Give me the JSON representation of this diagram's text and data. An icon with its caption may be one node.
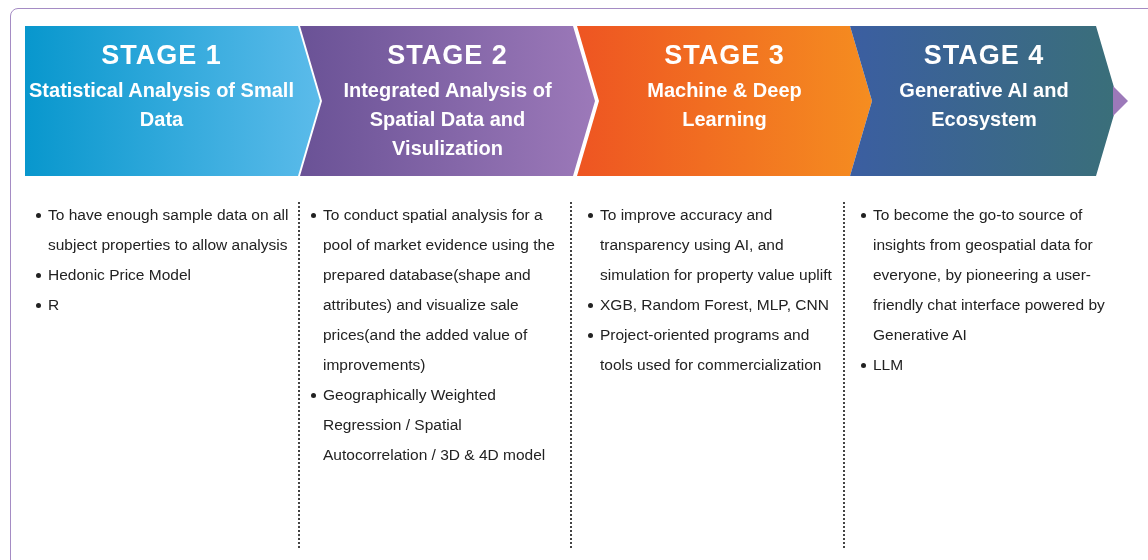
{
  "diagram": {
    "nodes": [
      {
        "text": [
          "STAGE 1",
          "Statistical Analysis of Small Data"
        ],
        "beside": [
          "To have enough sample data on all subject properties to allow analysis",
          "Hedonic Price Model",
          "R"
        ]
      },
      {
        "text": [
          "STAGE 2",
          "Integrated Analysis of Spatial Data and Visulization"
        ],
        "beside": [
          "To conduct spatial analysis for a pool of market evidence using the prepared database(shape and attributes) and visualize sale prices(and the added value of improvements)",
          "Geographically Weighted Regression / Spatial Autocorrelation / 3D & 4D model"
        ]
      },
      {
        "text": [
          "STAGE 3",
          "Machine & Deep Learning"
        ],
        "beside": [
          "To improve accuracy and transparency using AI, and simulation for property value uplift",
          "XGB, Random Forest, MLP, CNN",
          "Project-oriented programs and tools used for commercialization"
        ]
      },
      {
        "text": [
          "STAGE 4",
          "Generative AI and Ecosystem"
        ],
        "beside": [
          "To become the go-to source of insights from geospatial data for everyone, by pioneering a user-friendly chat interface powered by Generative AI",
          "LLM"
        ]
      }
    ],
    "edges": []
  }
}
